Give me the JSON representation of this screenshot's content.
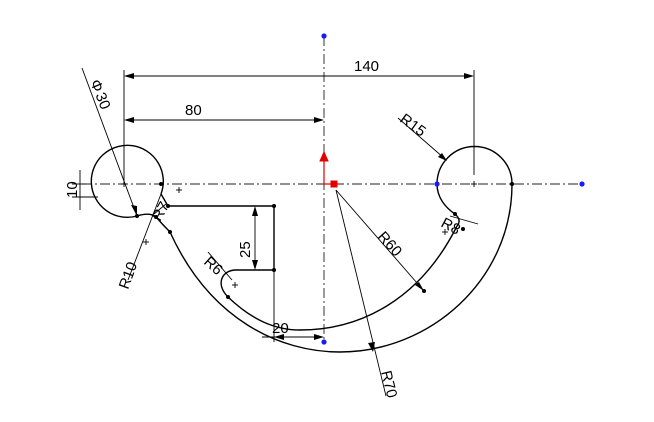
{
  "dimensions": {
    "overall_width": "140",
    "left_offset": "80",
    "left_circle_dia": "30",
    "left_circle_dia_symbol": "Φ",
    "right_radius": "R15",
    "small_offset": "10",
    "left_arc_radius": "R10",
    "fillet_radius": "R7",
    "slot_radius": "R6",
    "slot_height": "25",
    "slot_width": "20",
    "inner_radius": "R60",
    "outer_radius": "R70",
    "right_small_radius": "R8"
  },
  "colors": {
    "geometry": "#000000",
    "origin": "#e00000",
    "endpoints": "#1a1aff"
  }
}
